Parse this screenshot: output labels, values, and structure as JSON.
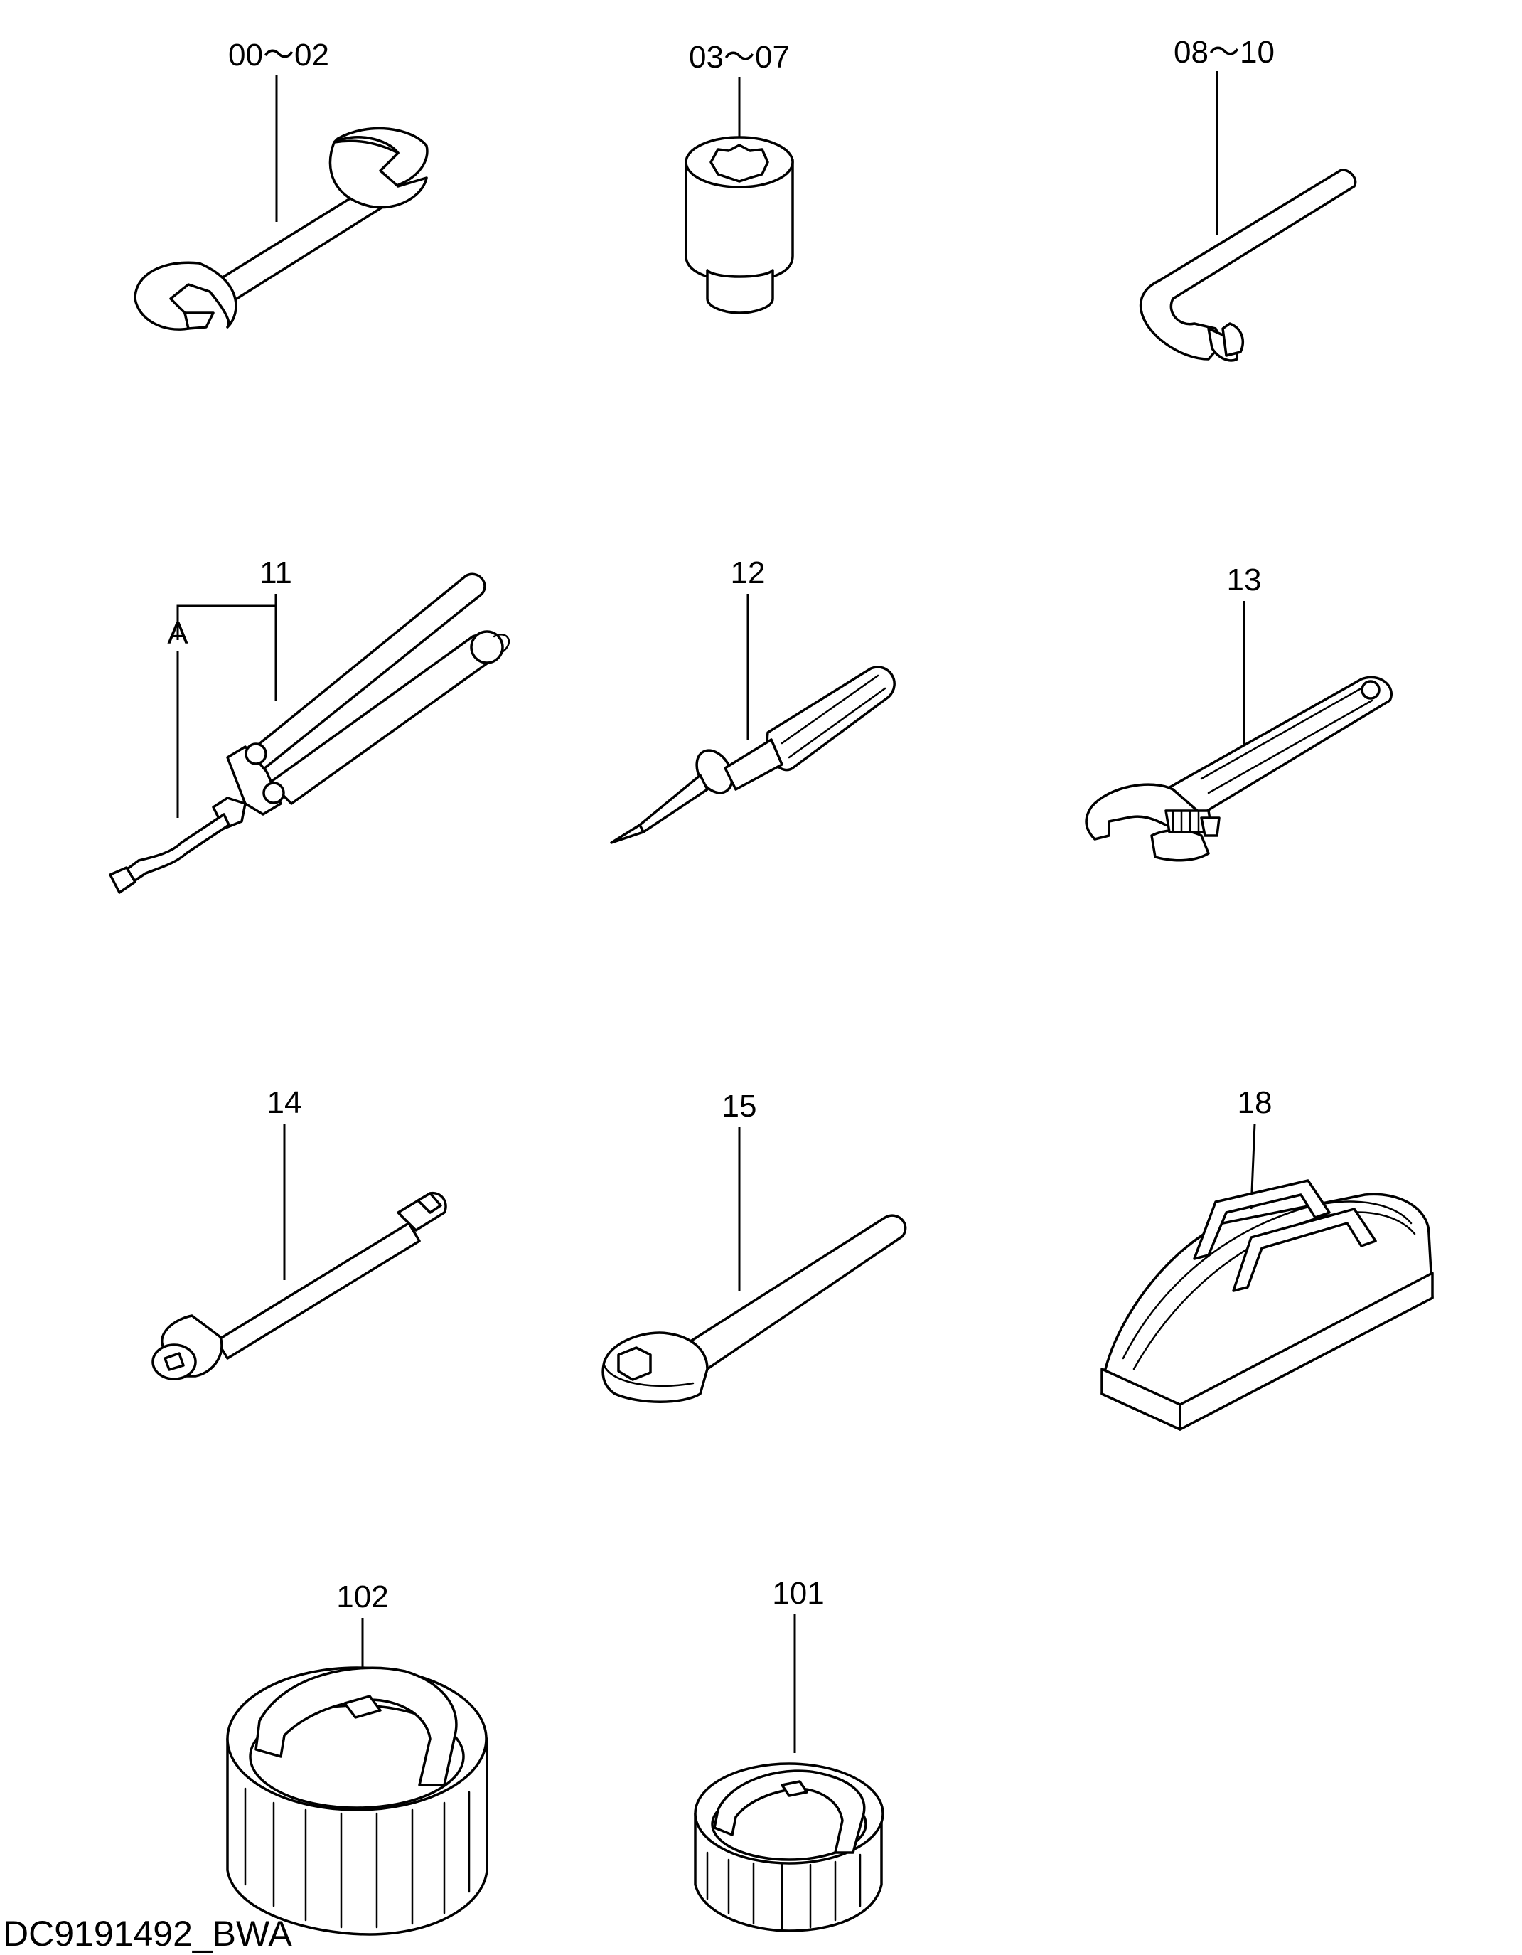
{
  "parts": [
    {
      "id": "wrench",
      "label": "00～02",
      "icon": "open-end-wrench-icon"
    },
    {
      "id": "socket",
      "label": "03～07",
      "icon": "socket-icon"
    },
    {
      "id": "hex-key",
      "label": "08～10",
      "icon": "hex-key-icon"
    },
    {
      "id": "grease-gun",
      "label": "11",
      "icon": "grease-gun-icon"
    },
    {
      "id": "screwdriver",
      "label": "12",
      "icon": "screwdriver-icon"
    },
    {
      "id": "adjustable-wrench",
      "label": "13",
      "icon": "adjustable-wrench-icon"
    },
    {
      "id": "extension-bar",
      "label": "14",
      "icon": "extension-bar-icon"
    },
    {
      "id": "ratchet",
      "label": "15",
      "icon": "ratchet-handle-icon"
    },
    {
      "id": "tool-bag",
      "label": "18",
      "icon": "tool-bag-icon"
    },
    {
      "id": "filter-wrench-large",
      "label": "102",
      "icon": "filter-wrench-icon"
    },
    {
      "id": "filter-wrench-small",
      "label": "101",
      "icon": "filter-wrench-icon"
    }
  ],
  "callouts": {
    "grease_gun_sub": "A"
  },
  "drawing_id": "DC9191492_BWA"
}
